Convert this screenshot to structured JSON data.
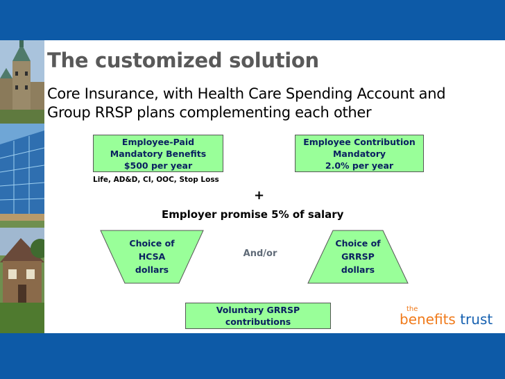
{
  "slide": {
    "title": "The customized solution",
    "subtitle_line1": "Core Insurance, with Health Care Spending Account and",
    "subtitle_line2": "Group RRSP plans complementing each other"
  },
  "boxes": {
    "employee_paid": {
      "line1": "Employee-Paid",
      "line2": "Mandatory Benefits",
      "line3": "$500 per year"
    },
    "employee_paid_note": "Life, AD&D, CI, OOC, Stop Loss",
    "employee_contribution": {
      "line1": "Employee Contribution",
      "line2": "Mandatory",
      "line3": "2.0% per year"
    },
    "plus": "+",
    "employer_promise": "Employer promise 5% of salary",
    "hcsa": {
      "line1": "Choice of",
      "line2": "HCSA",
      "line3": "dollars"
    },
    "and_or": "And/or",
    "grrsp": {
      "line1": "Choice of",
      "line2": "GRRSP",
      "line3": "dollars"
    },
    "voluntary": {
      "line1": "Voluntary GRRSP",
      "line2": "contributions"
    }
  },
  "logo": {
    "the": "the",
    "benefits": "benefits",
    "trust": "trust"
  },
  "colors": {
    "bar_blue": "#0d5aa7",
    "box_green": "#99ff99",
    "box_text": "#0a2060",
    "title_gray": "#595959",
    "logo_orange": "#f07a1a",
    "logo_blue": "#1560b0"
  },
  "images": {
    "photo_strip": [
      "parliament-building-photo",
      "glass-office-building-photo",
      "house-photo"
    ]
  }
}
